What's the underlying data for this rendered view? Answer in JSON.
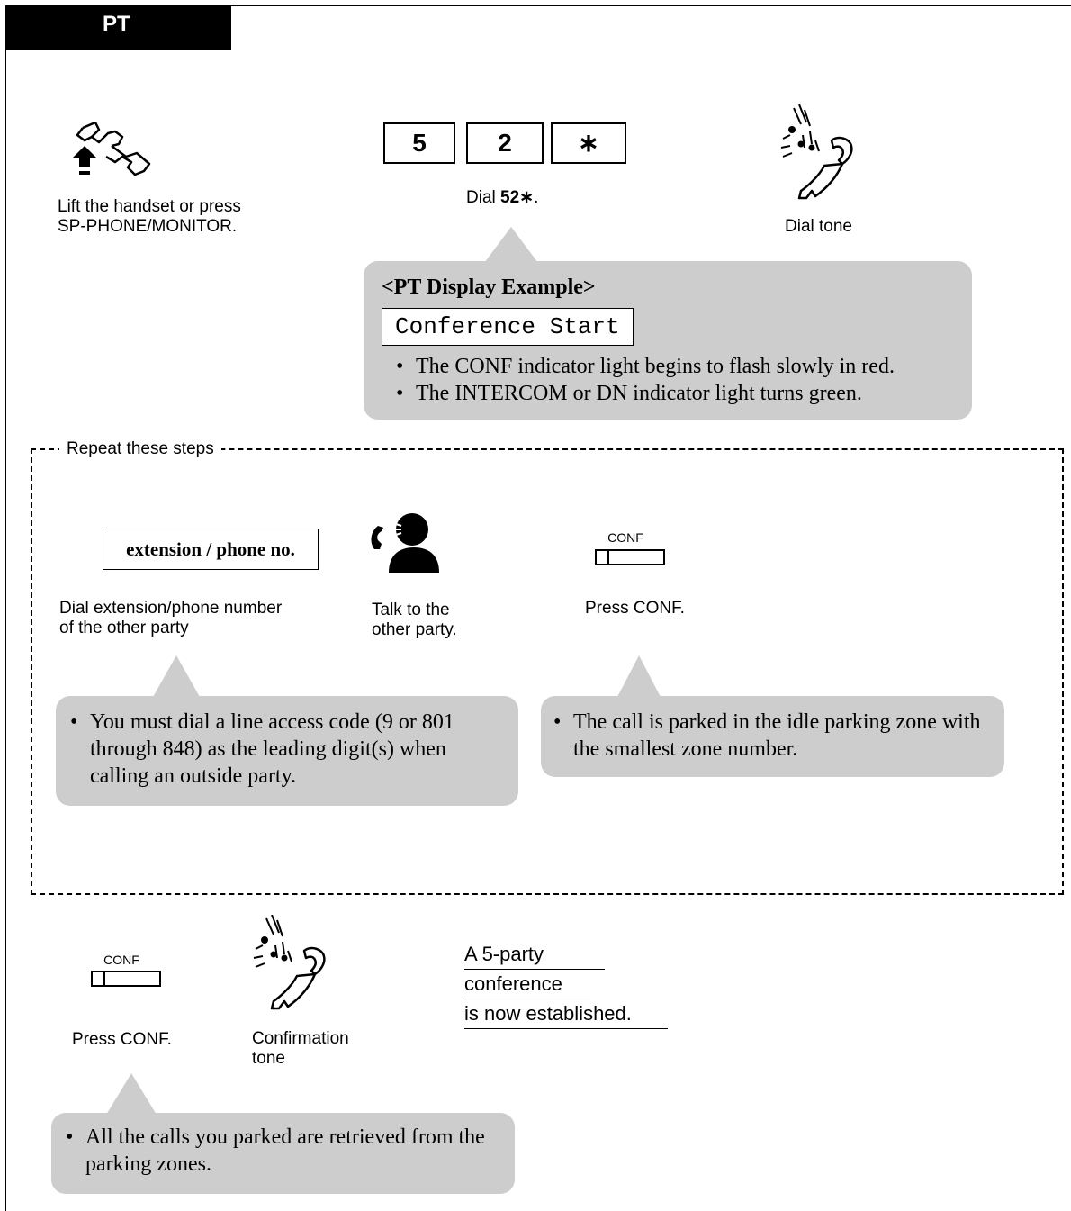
{
  "header": {
    "tab_label": "PT"
  },
  "step1": {
    "lift_caption": "Lift the handset or press\nSP-PHONE/MONITOR.",
    "keys": [
      "5",
      "2",
      "∗"
    ],
    "dial_prefix": "Dial ",
    "dial_code": "52∗",
    "dial_suffix": ".",
    "tone_caption": "Dial tone"
  },
  "display_callout": {
    "heading": "<PT Display Example>",
    "lcd_text": "Conference Start",
    "bullets": [
      "The CONF indicator light begins to flash slowly in red.",
      "The INTERCOM or DN indicator light turns green."
    ]
  },
  "repeat": {
    "label": "Repeat these steps",
    "ext_box": "extension / phone no.",
    "ext_caption": "Dial extension/phone number\nof the other party",
    "talk_caption": "Talk to the\nother party.",
    "conf_key_label": "CONF",
    "conf_caption": "Press CONF.",
    "callout_left": [
      "You must dial a line access code (9 or 801 through 848) as the leading digit(s) when calling an outside party."
    ],
    "callout_right": [
      "The call is parked in the idle parking zone with the smallest zone number."
    ]
  },
  "final": {
    "conf_key_label": "CONF",
    "conf_caption": "Press CONF.",
    "tone_caption": "Confirmation\ntone",
    "result_lines": [
      "A 5-party",
      "conference",
      "is now established."
    ],
    "callout": [
      "All the calls you parked are retrieved from the parking zones."
    ]
  }
}
